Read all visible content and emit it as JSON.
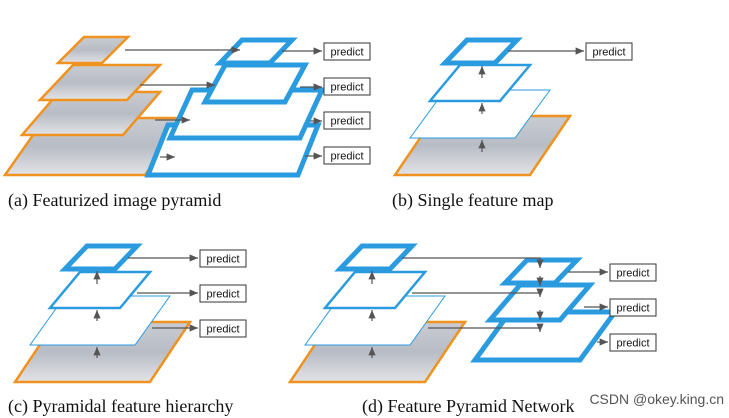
{
  "colors": {
    "feature_map": "#2b9be0",
    "image_frame": "#f0921f",
    "arrow": "#555555"
  },
  "predict_label": "predict",
  "panels": [
    {
      "id": "a",
      "caption": "(a) Featurized image pyramid"
    },
    {
      "id": "b",
      "caption": "(b) Single feature map"
    },
    {
      "id": "c",
      "caption": "(c) Pyramidal feature hierarchy"
    },
    {
      "id": "d",
      "caption": "(d) Feature Pyramid Network"
    }
  ],
  "watermark": "CSDN @okey.king.cn"
}
